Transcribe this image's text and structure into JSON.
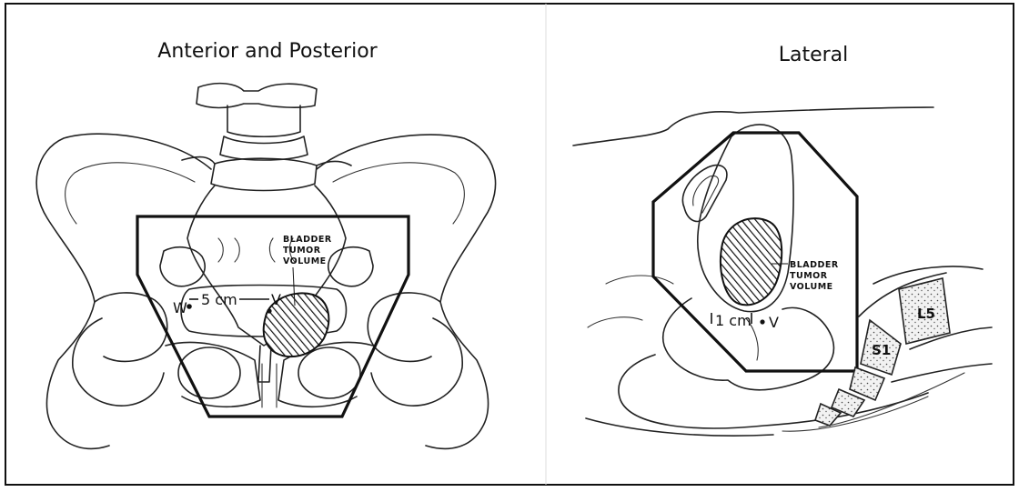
{
  "figure": {
    "left_panel": {
      "title": "Anterior and Posterior",
      "tumor_label": [
        "BLADDER",
        "TUMOR",
        "VOLUME"
      ],
      "distance_label": "5 cm",
      "point_w": "W",
      "point_v": "V"
    },
    "right_panel": {
      "title": "Lateral",
      "tumor_label": [
        "BLADDER",
        "TUMOR",
        "VOLUME"
      ],
      "distance_label": "1 cm",
      "point_v": "V",
      "vertebra_l5": "L5",
      "vertebra_s1": "S1"
    }
  }
}
